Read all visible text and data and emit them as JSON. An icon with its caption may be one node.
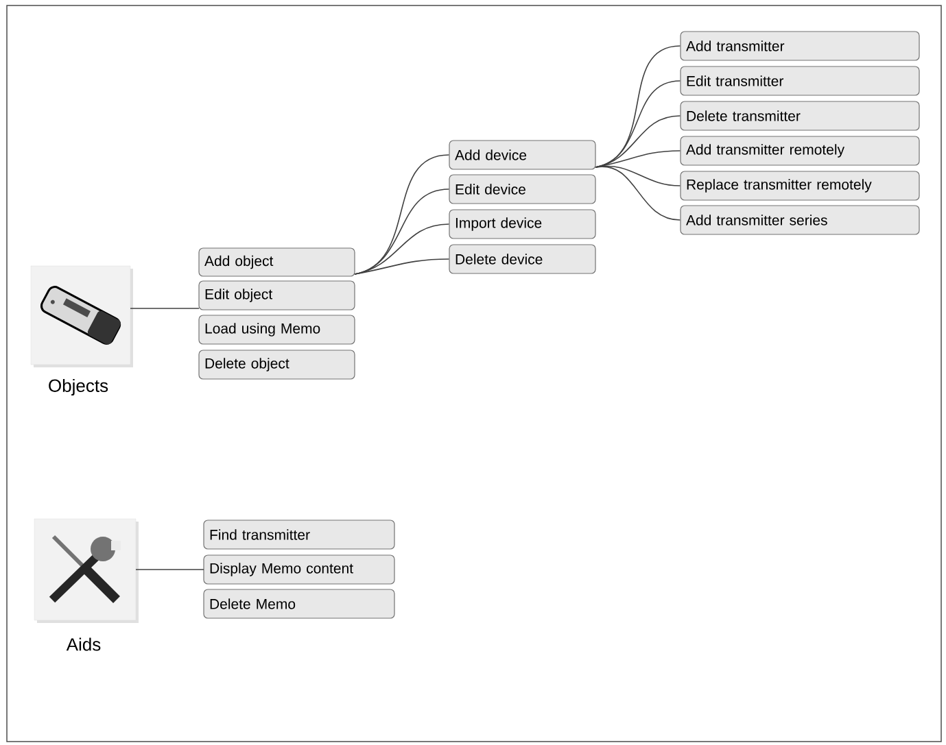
{
  "diagram": {
    "nodes": [
      {
        "text": [
          "Objects"
        ]
      },
      {
        "text": [
          "Add object"
        ]
      },
      {
        "text": [
          "Edit object"
        ]
      },
      {
        "text": [
          "Load using Memo"
        ]
      },
      {
        "text": [
          "Delete object"
        ]
      },
      {
        "text": [
          "Add device"
        ]
      },
      {
        "text": [
          "Edit device"
        ]
      },
      {
        "text": [
          "Import device"
        ]
      },
      {
        "text": [
          "Delete device"
        ]
      },
      {
        "text": [
          "Add transmitter"
        ]
      },
      {
        "text": [
          "Edit transmitter"
        ]
      },
      {
        "text": [
          "Delete transmitter"
        ]
      },
      {
        "text": [
          "Add transmitter remotely"
        ]
      },
      {
        "text": [
          "Replace transmitter remotely"
        ]
      },
      {
        "text": [
          "Add transmitter series"
        ]
      },
      {
        "text": [
          "Aids"
        ]
      },
      {
        "text": [
          "Find transmitter"
        ]
      },
      {
        "text": [
          "Display Memo content"
        ]
      },
      {
        "text": [
          "Delete Memo"
        ]
      }
    ],
    "edges": [
      {
        "from": 0,
        "to": 2,
        "arrow": "none"
      },
      {
        "from": 1,
        "to": 5,
        "arrow": "none"
      },
      {
        "from": 1,
        "to": 6,
        "arrow": "none"
      },
      {
        "from": 1,
        "to": 7,
        "arrow": "none"
      },
      {
        "from": 1,
        "to": 8,
        "arrow": "none"
      },
      {
        "from": 5,
        "to": 9,
        "arrow": "none"
      },
      {
        "from": 5,
        "to": 10,
        "arrow": "none"
      },
      {
        "from": 5,
        "to": 11,
        "arrow": "none"
      },
      {
        "from": 5,
        "to": 12,
        "arrow": "none"
      },
      {
        "from": 5,
        "to": 13,
        "arrow": "none"
      },
      {
        "from": 5,
        "to": 14,
        "arrow": "none"
      },
      {
        "from": 15,
        "to": 17,
        "arrow": "none"
      }
    ]
  }
}
